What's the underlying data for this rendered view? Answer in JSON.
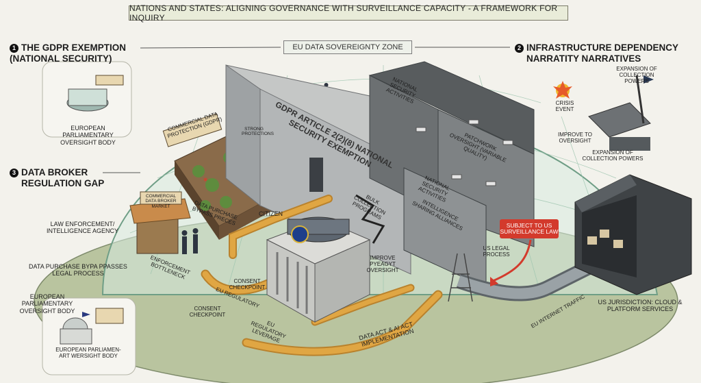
{
  "title": "NATIONS AND STATES: ALIGNING GOVERNANCE WITH SURVEILLANCE CAPACITY - A FRAMEWORK FOR INQUIRY",
  "zone_label": "EU DATA SOVEREIGNTY ZONE",
  "sections": {
    "s1": {
      "number": "1",
      "title_line1": "THE GDPR EXEMPTION",
      "title_line2": "(NATIONAL SECURITY)",
      "body_label": "EUROPEAN PARLIAMENTARY OVERSIGHT BODY"
    },
    "s2": {
      "number": "2",
      "title_line1": "INFRASTRUCTURE DEPENDENCY",
      "title_line2": "NARRATITY NARRATIVES"
    },
    "s3": {
      "number": "3",
      "title_line1": "DATA BROKER",
      "title_line2": "REGULATION GAP"
    }
  },
  "labels": {
    "law_enforcement": "LAW ENFORCEMENT/ INTELLIGENCE AGENCY",
    "data_purchase_left": "DATA PURCHASE BYPA PPASSES LEGAL PROCESS",
    "eu_oversight_left": "EUROPEAN PARLIAMENTARY OVERSIGHT BODY",
    "european_parliament_bottom": "EUROPEAN PARLIAMEN- ART WERSIGHT BODY",
    "commercial_protection": "COMMERCIAL DATA PROTECTION (GDPR)",
    "strong_protections": "STRONG PROTECTIONS",
    "gdpr_article": "GDPR ARTICLE 2(2)(8) NATIONAL SECURITY EXEMPTION",
    "citizen": "CITIZEN",
    "data_purchase_mid": "DATA PURCHASE BYPASS PRECES",
    "enforcement_bottleneck": "ENFORCEMENT BOTTLENECK",
    "consent_checkpoint_1": "CONSENT CHECKPOINT",
    "consent_checkpoint_2": "CONSENT CHECKPOINT",
    "eu_regulatory_1": "EU REGULATORY",
    "eu_regulatory_2": "EU REGULATORY LEVERAGE",
    "data_act": "DATA ACT & AI ACT IMPLEMENTATION",
    "bulk_collection": "BULK COLLECTION PROGRAMS",
    "improve_oversight": "IMPROVE PYEAGYT OVERSIGHT",
    "national_sec_1": "NATIONAL SECURITY ACTIVITIES",
    "national_sec_2": "NATIONAL SECURITY ACTIVITIES",
    "intelligence_sharing": "INTELLIGENCE SHARING ALLIANCES",
    "patchwork": "PATCHWORK OVERSIGHT (VARIABLE QUALITY)",
    "subject_us": "SUBJECT TO US SURVEILLANCE LAW",
    "us_legal": "US LEGAL PROCESS",
    "eu_traffic": "EU INTERNET TRAFFIC",
    "us_jurisdiction": "US JURISDICTION: CLOUD & PLATFORM SERVICES",
    "crisis_event": "CRISIS EVENT",
    "expansion_top": "EXPANSION OF COLLECTION POWERS",
    "improve_to_oversight": "IMPROVE TO OVERSIGHT",
    "expansion_bottom": "EXPANSION OF COLLECTION POWERS",
    "market_sign": "COMMERCIAL DATA BROKER MARKET"
  },
  "colors": {
    "dome": "#8fc1a8",
    "wall": "#b9bcbd",
    "pipe": "#e0a643",
    "metal_pipe": "#8c9498",
    "alert": "#d33a2c",
    "ground": "#a9b78f"
  }
}
